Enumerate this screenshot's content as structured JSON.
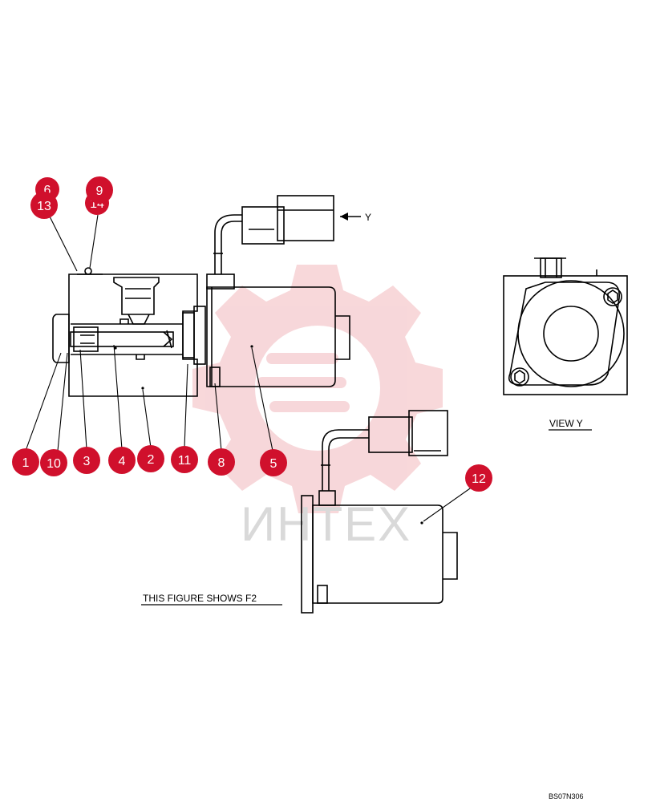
{
  "diagram": {
    "view_y_label": "VIEW  Y",
    "arrow_y_label": "Y",
    "figure_note": "THIS FIGURE SHOWS  F2",
    "drawing_code": "BS07N306",
    "watermark_text": "ИНТЕХ",
    "callout_color": "#d0102c",
    "watermark_color": "#f2b8bc",
    "callouts": {
      "c1": "1",
      "c2": "2",
      "c3": "3",
      "c4": "4",
      "c5": "5",
      "c6": "6",
      "c8": "8",
      "c9": "9",
      "c10": "10",
      "c11": "11",
      "c12": "12",
      "c13": "13",
      "c14": "14"
    }
  }
}
